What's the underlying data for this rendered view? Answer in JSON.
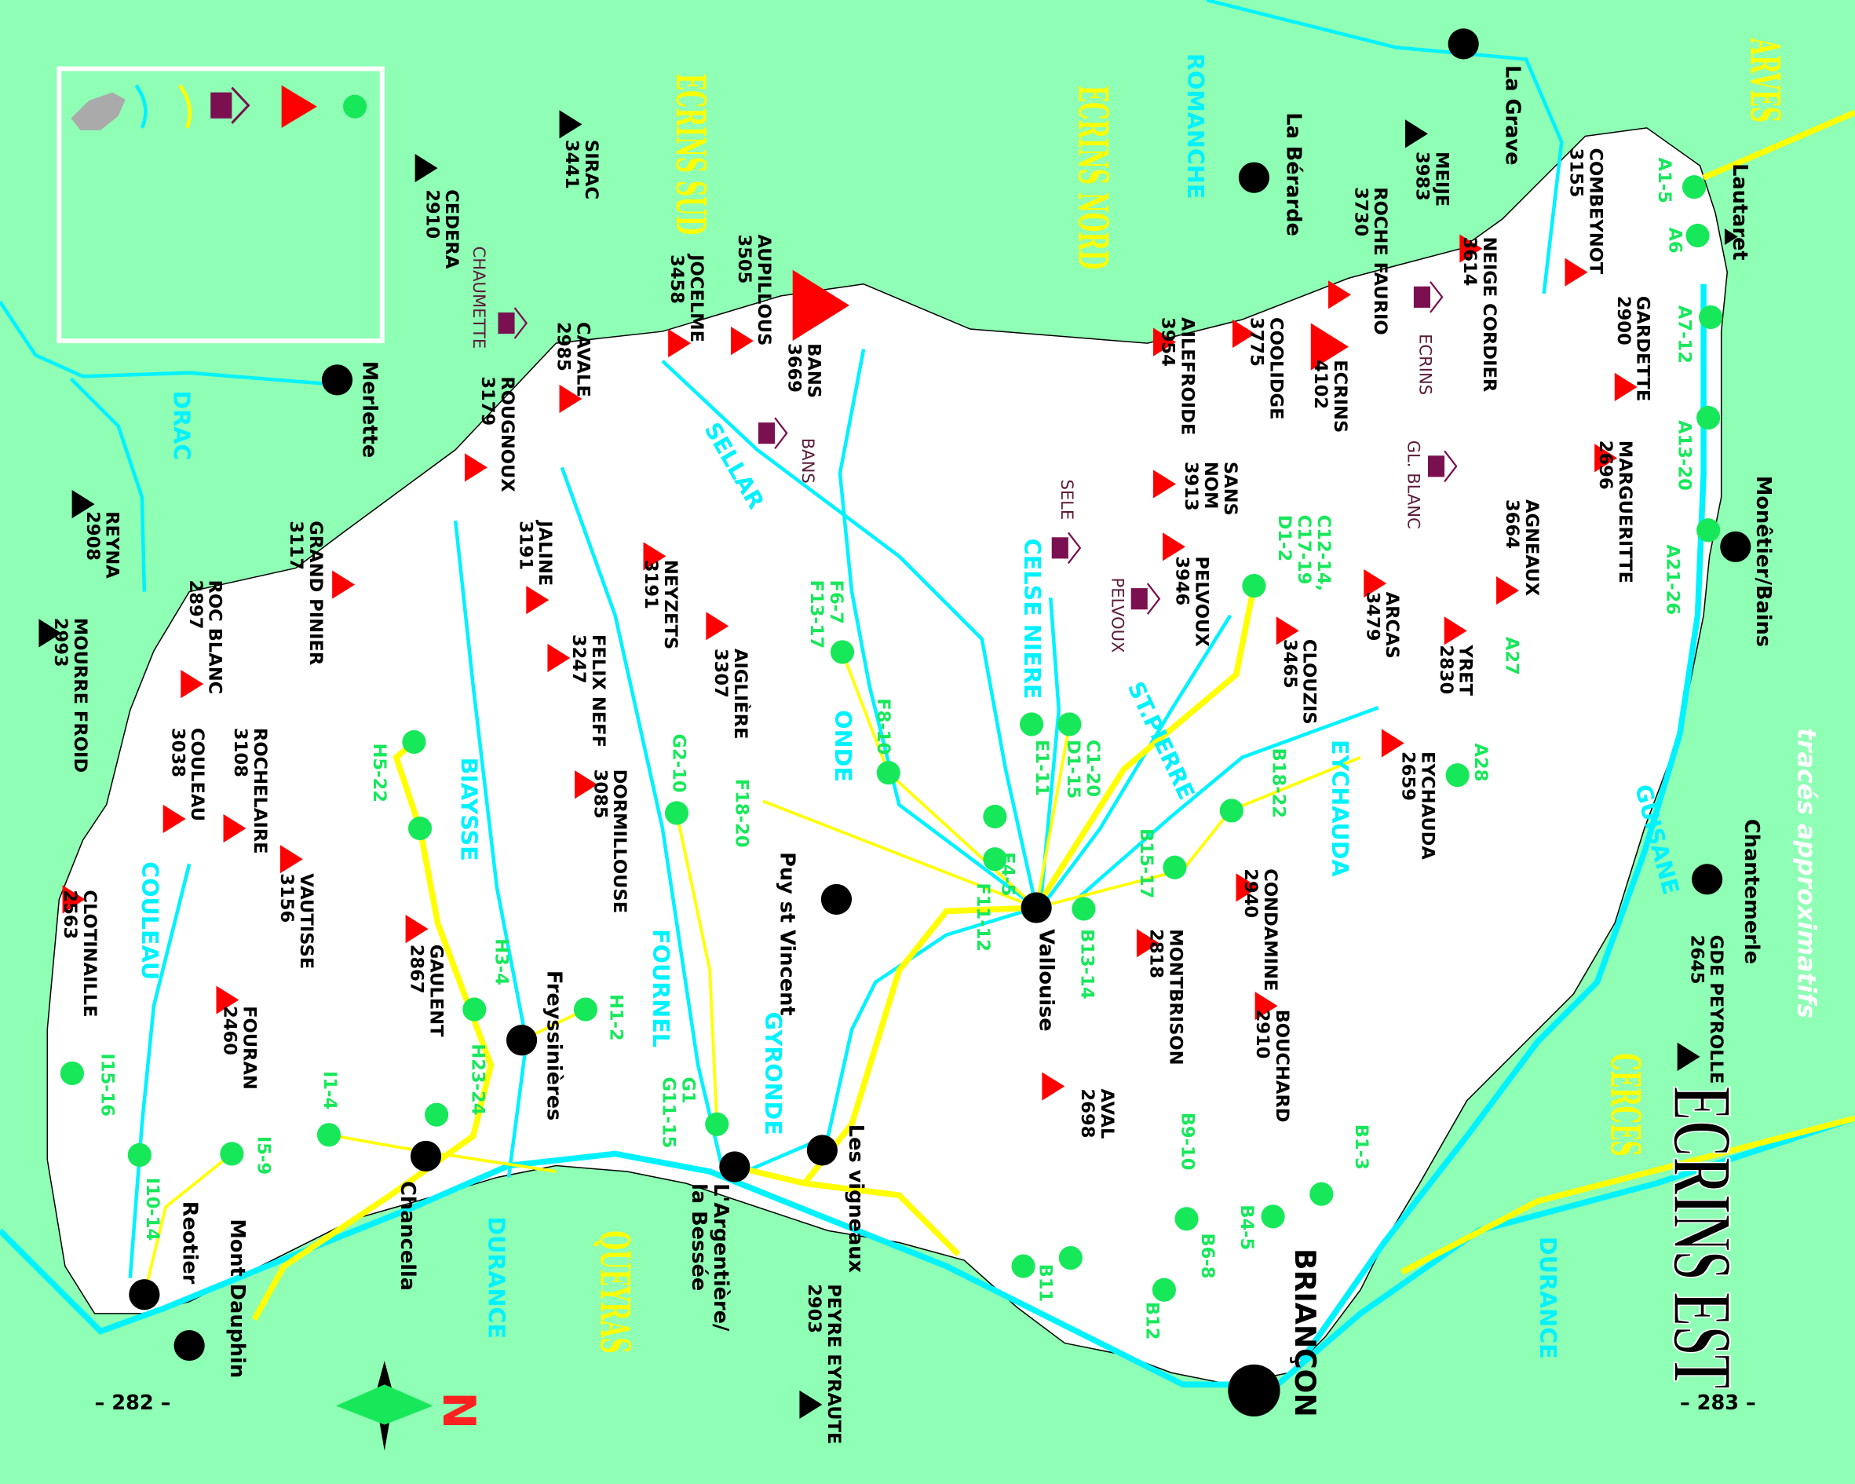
{
  "title": "ECRINS EST",
  "note": "tracés approximatifs",
  "page_numbers": [
    "– 282 –",
    "– 283 –"
  ],
  "north_label": "N",
  "legend": [
    {
      "label": "départ",
      "icon": "green-dot-icon"
    },
    {
      "label": "sommet",
      "icon": "red-triangle-icon"
    },
    {
      "label": "refuge",
      "icon": "refuge-icon"
    },
    {
      "label": "route",
      "icon": "road-line-icon"
    },
    {
      "label": "rivière",
      "icon": "river-line-icon"
    },
    {
      "label": "ski mécanisé",
      "icon": "ski-area-icon"
    }
  ],
  "colors": {
    "background": "#8effb4",
    "area": "#ffffff",
    "summit": "#ff0000",
    "departure": "#17e85a",
    "river": "#00f2ff",
    "road": "#ffff00",
    "refuge": "#7a1050"
  },
  "massifs": [
    "ECRINS SUD",
    "ECRINS NORD",
    "ARVES",
    "CERCES",
    "QUEYRAS"
  ],
  "rivers": [
    "DRAC",
    "SELLAR",
    "CELSE NIERE",
    "ST.PIERRE",
    "ONDE",
    "BIAYSSE",
    "COULEAU",
    "FOURNEL",
    "GYRONDE",
    "DURANCE",
    "DURANCE",
    "EYCHAUDA",
    "GUISANE",
    "ROMANCHE"
  ],
  "summits": [
    [
      "AUPILLOUS",
      "3505"
    ],
    [
      "JOCELME",
      "3458"
    ],
    [
      "CAVALE",
      "2985"
    ],
    [
      "ROUGNOUX",
      "3179"
    ],
    [
      "GRAND PINIER",
      "3117"
    ],
    [
      "ROC BLANC",
      "2897"
    ],
    [
      "JALINE",
      "3191"
    ],
    [
      "NEYZETS",
      "3191"
    ],
    [
      "FELIX NEFF",
      "3247"
    ],
    [
      "AIGLIÈRE",
      "3307"
    ],
    [
      "DORMILLOUSE",
      "3085"
    ],
    [
      "ROCHELAIRE",
      "3108"
    ],
    [
      "COULEAU",
      "3038"
    ],
    [
      "VAUTISSE",
      "3156"
    ],
    [
      "CLOTINAILLE",
      "2563"
    ],
    [
      "GAULENT",
      "2867"
    ],
    [
      "FOURAN",
      "2460"
    ],
    [
      "AILEFROIDE",
      "3954"
    ],
    [
      "COOLIDGE",
      "3775"
    ],
    [
      "ECRINS",
      "4102"
    ],
    [
      "ROCHE FAURIO",
      "3730"
    ],
    [
      "NEIGE CORDIER",
      "3614"
    ],
    [
      "COMBEYNOT",
      "3155"
    ],
    [
      "GARDETTE",
      "2900"
    ],
    [
      "MARGUERITTE",
      "2696"
    ],
    [
      "AGNEAUX",
      "3664"
    ],
    [
      "YRET",
      "2830"
    ],
    [
      "ARCAS",
      "3479"
    ],
    [
      "CLOUZIS",
      "3465"
    ],
    [
      "PELVOUX",
      "3946"
    ],
    [
      "SANS",
      "NOM",
      "3913"
    ],
    [
      "EYCHAUDA",
      "2659"
    ],
    [
      "CONDAMINE",
      "2940"
    ],
    [
      "MONTBRISON",
      "2818"
    ],
    [
      "BOUCHARD",
      "2910"
    ],
    [
      "AVAL",
      "2698"
    ],
    [
      "BANS",
      "3669"
    ]
  ],
  "outer_summits": [
    [
      "SIRAC",
      "3441"
    ],
    [
      "CEDERA",
      "2910"
    ],
    [
      "REYNA",
      "2908"
    ],
    [
      "MOURRE FROID",
      "2993"
    ],
    [
      "MEIJE",
      "3983"
    ],
    [
      "GDE PEYROLLE",
      "2645"
    ],
    [
      "PEYRE EYRAUTE",
      "2903"
    ]
  ],
  "towns": [
    [
      "La Grave"
    ],
    [
      "La Bérarde"
    ],
    [
      "Merlette"
    ],
    [
      "Lautaret"
    ],
    [
      "Monêtier/Bains"
    ],
    [
      "Chantemerle"
    ],
    [
      "Puy st Vincent"
    ],
    [
      "Vallouise"
    ],
    [
      "Freyssinières"
    ],
    [
      "Les vigneaux"
    ],
    [
      "L'Argentière/",
      "la Bessée"
    ],
    [
      "Chancella"
    ],
    [
      "Mont Dauphin"
    ],
    [
      "Reotier"
    ],
    [
      "BRIANÇON"
    ]
  ],
  "refuges": [
    "CHAUMETTE",
    "BANS",
    "SELE",
    "PELVOUX",
    "ECRINS",
    "GL. BLANC"
  ],
  "departures": [
    [
      "A1-5"
    ],
    [
      "A6"
    ],
    [
      "A7-12"
    ],
    [
      "A13-20"
    ],
    [
      "A21-26"
    ],
    [
      "A27"
    ],
    [
      "A28"
    ],
    [
      "C12-14,",
      "C17-19",
      "D1-2"
    ],
    [
      "F6-7",
      "F13-17"
    ],
    [
      "F8-10"
    ],
    [
      "C1-20",
      "D1-15"
    ],
    [
      "E1-11"
    ],
    [
      "F4-5"
    ],
    [
      "F11-12"
    ],
    [
      "B18-22"
    ],
    [
      "B15-17"
    ],
    [
      "B13-14"
    ],
    [
      "G2-10"
    ],
    [
      "F18-20"
    ],
    [
      "H5-22"
    ],
    [
      "H3-4"
    ],
    [
      "H1-2"
    ],
    [
      "H23-24"
    ],
    [
      "G1",
      "G11-15"
    ],
    [
      "I1-4"
    ],
    [
      "I5-9"
    ],
    [
      "I10-14"
    ],
    [
      "I15-16"
    ],
    [
      "B1-3"
    ],
    [
      "B9-10"
    ],
    [
      "B4-5"
    ],
    [
      "B6-8"
    ],
    [
      "B12"
    ],
    [
      "B11"
    ]
  ]
}
